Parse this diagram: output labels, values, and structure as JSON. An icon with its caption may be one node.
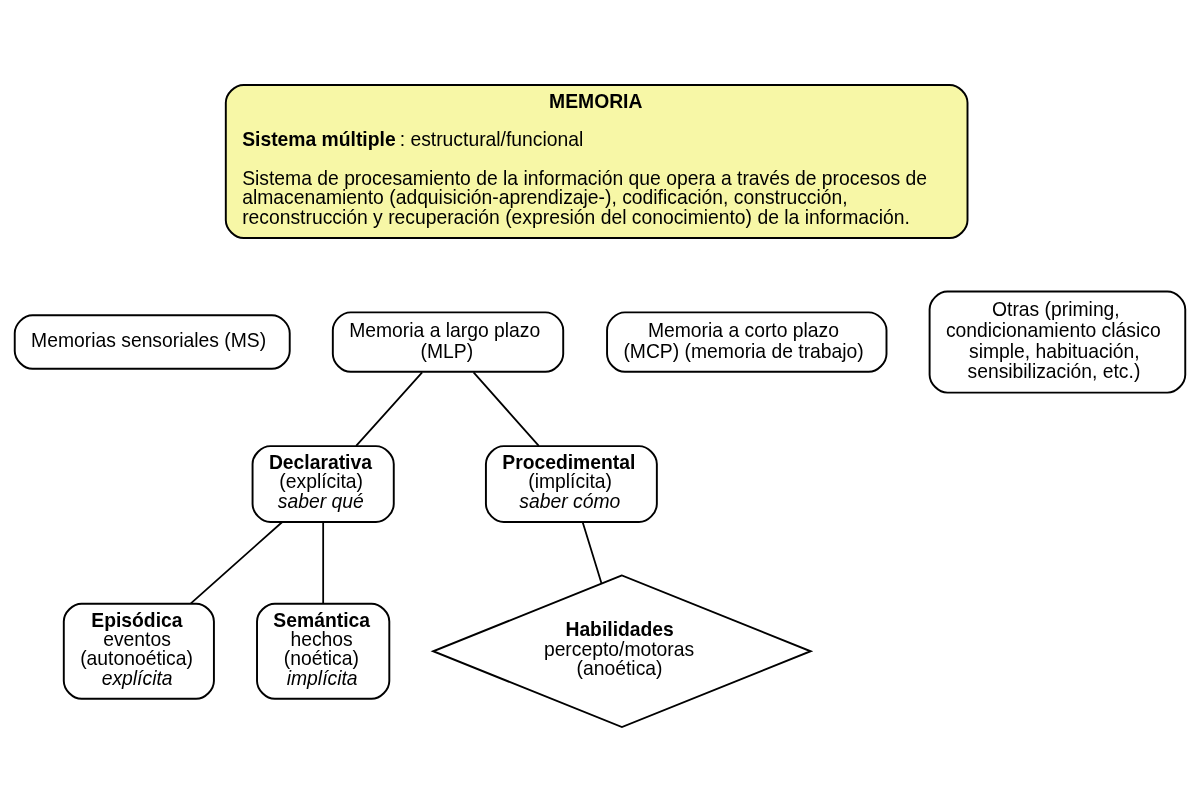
{
  "diagram": {
    "nodes": [
      {
        "text": [
          "MEMORIA",
          "**Sistema múltiple**: estructural/funcional",
          "Sistema de procesamiento de la información que opera a través de procesos de almacenamiento (adquisición-aprendizaje-), codificación, construcción, reconstrucción y recuperación (expresión del conocimiento) de la información."
        ]
      },
      {
        "text": [
          "Memorias sensoriales (MS)"
        ]
      },
      {
        "text": [
          "Memoria a largo plazo (MLP)"
        ]
      },
      {
        "text": [
          "Memoria a corto plazo (MCP) (memoria de trabajo)"
        ]
      },
      {
        "text": [
          "Otras (priming, condicionamiento clásico simple, habituación, sensibilización, etc.)"
        ]
      },
      {
        "text": [
          "Declarativa",
          "(explícita)",
          "saber qué"
        ]
      },
      {
        "text": [
          "Procedimental",
          "(implícita)",
          "saber cómo"
        ]
      },
      {
        "text": [
          "Episódica",
          "eventos",
          "(autonoética)",
          "explícita"
        ]
      },
      {
        "text": [
          "Semántica",
          "hechos",
          "(noética)",
          "implícita"
        ]
      },
      {
        "text": [
          "Habilidades",
          "percepto/motoras",
          "(anoética)"
        ]
      }
    ],
    "edges": [
      {
        "from": 2,
        "to": 5,
        "arrow": "none"
      },
      {
        "from": 2,
        "to": 6,
        "arrow": "none"
      },
      {
        "from": 5,
        "to": 7,
        "arrow": "none"
      },
      {
        "from": 5,
        "to": 8,
        "arrow": "none"
      },
      {
        "from": 6,
        "to": 9,
        "arrow": "none"
      }
    ]
  }
}
